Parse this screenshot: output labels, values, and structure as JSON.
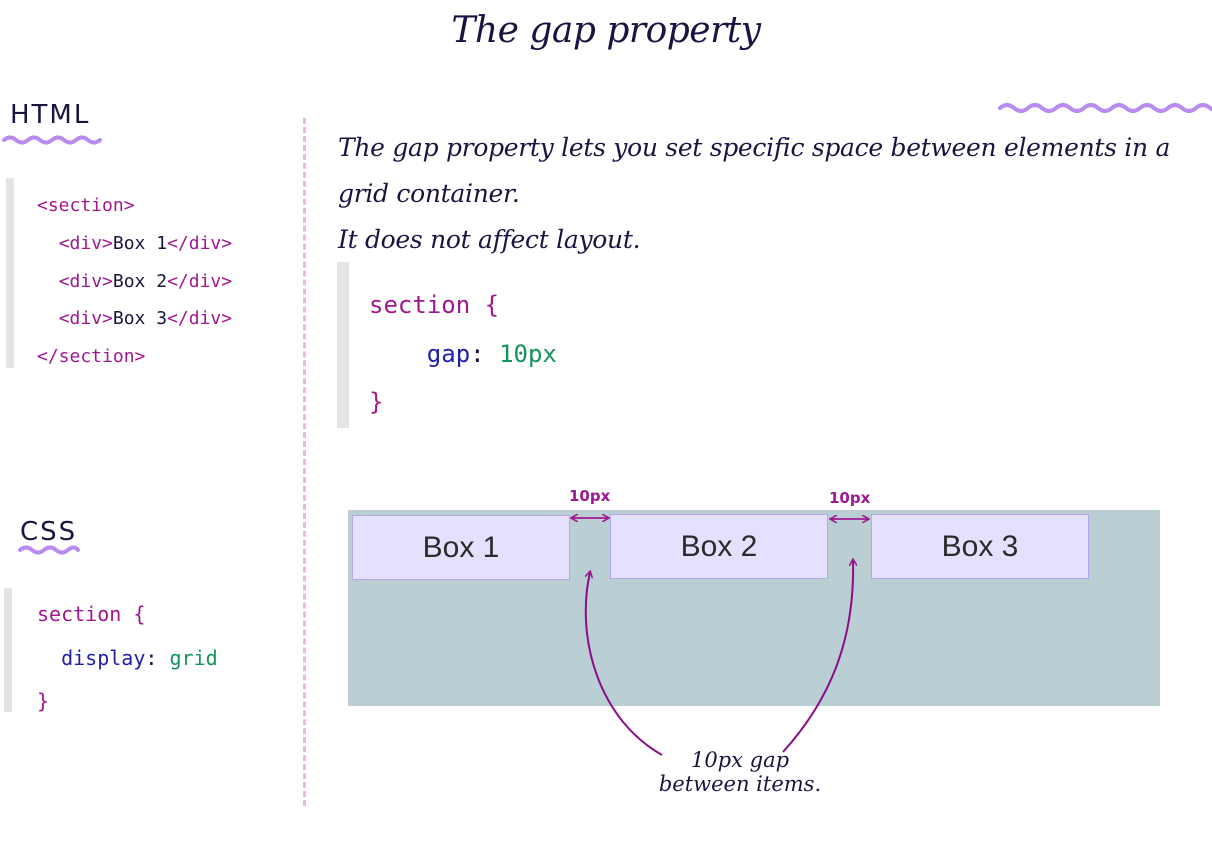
{
  "title": "The gap property",
  "labels": {
    "html": "HTML",
    "css": "CSS"
  },
  "html_code": {
    "lines": [
      {
        "open": "<section>"
      },
      {
        "open": "<div>",
        "text": "Box 1",
        "close": "</div>"
      },
      {
        "open": "<div>",
        "text": "Box 2",
        "close": "</div>"
      },
      {
        "open": "<div>",
        "text": "Box 3",
        "close": "</div>"
      },
      {
        "open": "</section>"
      }
    ]
  },
  "css_code": {
    "selector": "section",
    "open_brace": "{",
    "property": "display",
    "colon": ":",
    "value": "grid",
    "close_brace": "}"
  },
  "description": {
    "line1": "The gap property lets you set specific space between elements in a grid container.",
    "line2": "It does not affect layout."
  },
  "gap_code": {
    "selector": "section",
    "open_brace": "{",
    "property": "gap",
    "colon": ":",
    "value": "10px",
    "close_brace": "}"
  },
  "demo": {
    "boxes": [
      "Box 1",
      "Box 2",
      "Box 3"
    ],
    "gap_labels": [
      "10px",
      "10px"
    ],
    "caption_line1": "10px gap",
    "caption_line2": "between items."
  },
  "colors": {
    "tag": "#a01890",
    "property": "#2020a8",
    "value": "#16935a",
    "grid_background": "#bacfd3",
    "box_fill": "#e6e0ff",
    "box_border": "#b3a8ea",
    "squiggle": "#b98af0",
    "divider": "#f2b4e0",
    "arrow": "#a01890"
  }
}
